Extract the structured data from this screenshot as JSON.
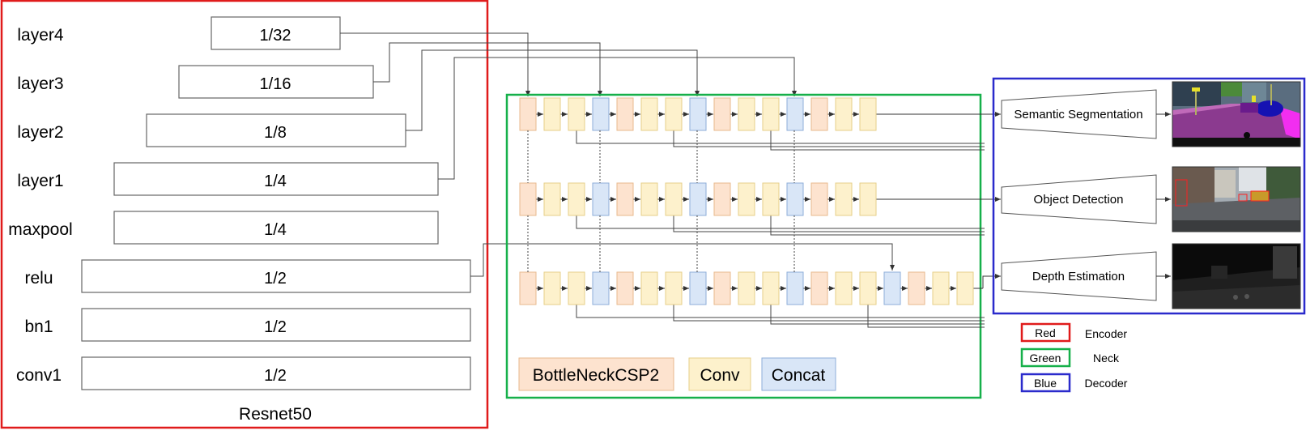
{
  "encoder": {
    "title": "Resnet50",
    "layers": [
      {
        "name": "layer4",
        "scale": "1/32"
      },
      {
        "name": "layer3",
        "scale": "1/16"
      },
      {
        "name": "layer2",
        "scale": "1/8"
      },
      {
        "name": "layer1",
        "scale": "1/4"
      },
      {
        "name": "maxpool",
        "scale": "1/4"
      },
      {
        "name": "relu",
        "scale": "1/2"
      },
      {
        "name": "bn1",
        "scale": "1/2"
      },
      {
        "name": "conv1",
        "scale": "1/2"
      }
    ]
  },
  "neck": {
    "legend": [
      {
        "label": "BottleNeckCSP2",
        "kind": "bottleneck"
      },
      {
        "label": "Conv",
        "kind": "conv"
      },
      {
        "label": "Concat",
        "kind": "concat"
      }
    ]
  },
  "decoder": {
    "heads": [
      {
        "label": "Semantic Segmentation",
        "output": "segmentation-image"
      },
      {
        "label": "Object Detection",
        "output": "detection-image"
      },
      {
        "label": "Depth Estimation",
        "output": "depth-image"
      }
    ]
  },
  "legend": [
    {
      "swatch": "Red",
      "meaning": "Encoder",
      "color": "#e01b1b"
    },
    {
      "swatch": "Green",
      "meaning": "Neck",
      "color": "#16b04a"
    },
    {
      "swatch": "Blue",
      "meaning": "Decoder",
      "color": "#2b2bcc"
    }
  ],
  "colors": {
    "bottleneck_fill": "#fde3cf",
    "bottleneck_stroke": "#e8b98e",
    "conv_fill": "#fdf1cc",
    "conv_stroke": "#e6cf8a",
    "concat_fill": "#d9e6f7",
    "concat_stroke": "#8eaed8"
  }
}
